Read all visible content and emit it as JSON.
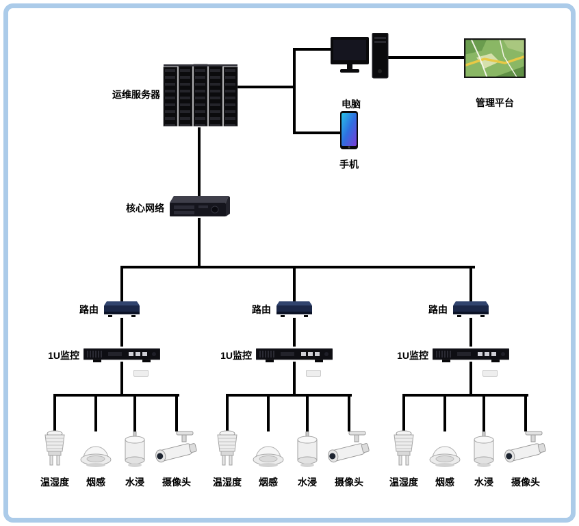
{
  "top": {
    "server_label": "运维服务器",
    "computer_label": "电脑",
    "phone_label": "手机",
    "platform_label": "管理平台"
  },
  "core": {
    "label": "核心网络"
  },
  "branches": [
    {
      "router_label": "路由",
      "monitor_label": "1U监控",
      "devices": [
        "温湿度",
        "烟感",
        "水浸",
        "摄像头"
      ]
    },
    {
      "router_label": "路由",
      "monitor_label": "1U监控",
      "devices": [
        "温湿度",
        "烟感",
        "水浸",
        "摄像头"
      ]
    },
    {
      "router_label": "路由",
      "monitor_label": "1U监控",
      "devices": [
        "温湿度",
        "烟感",
        "水浸",
        "摄像头"
      ]
    }
  ]
}
